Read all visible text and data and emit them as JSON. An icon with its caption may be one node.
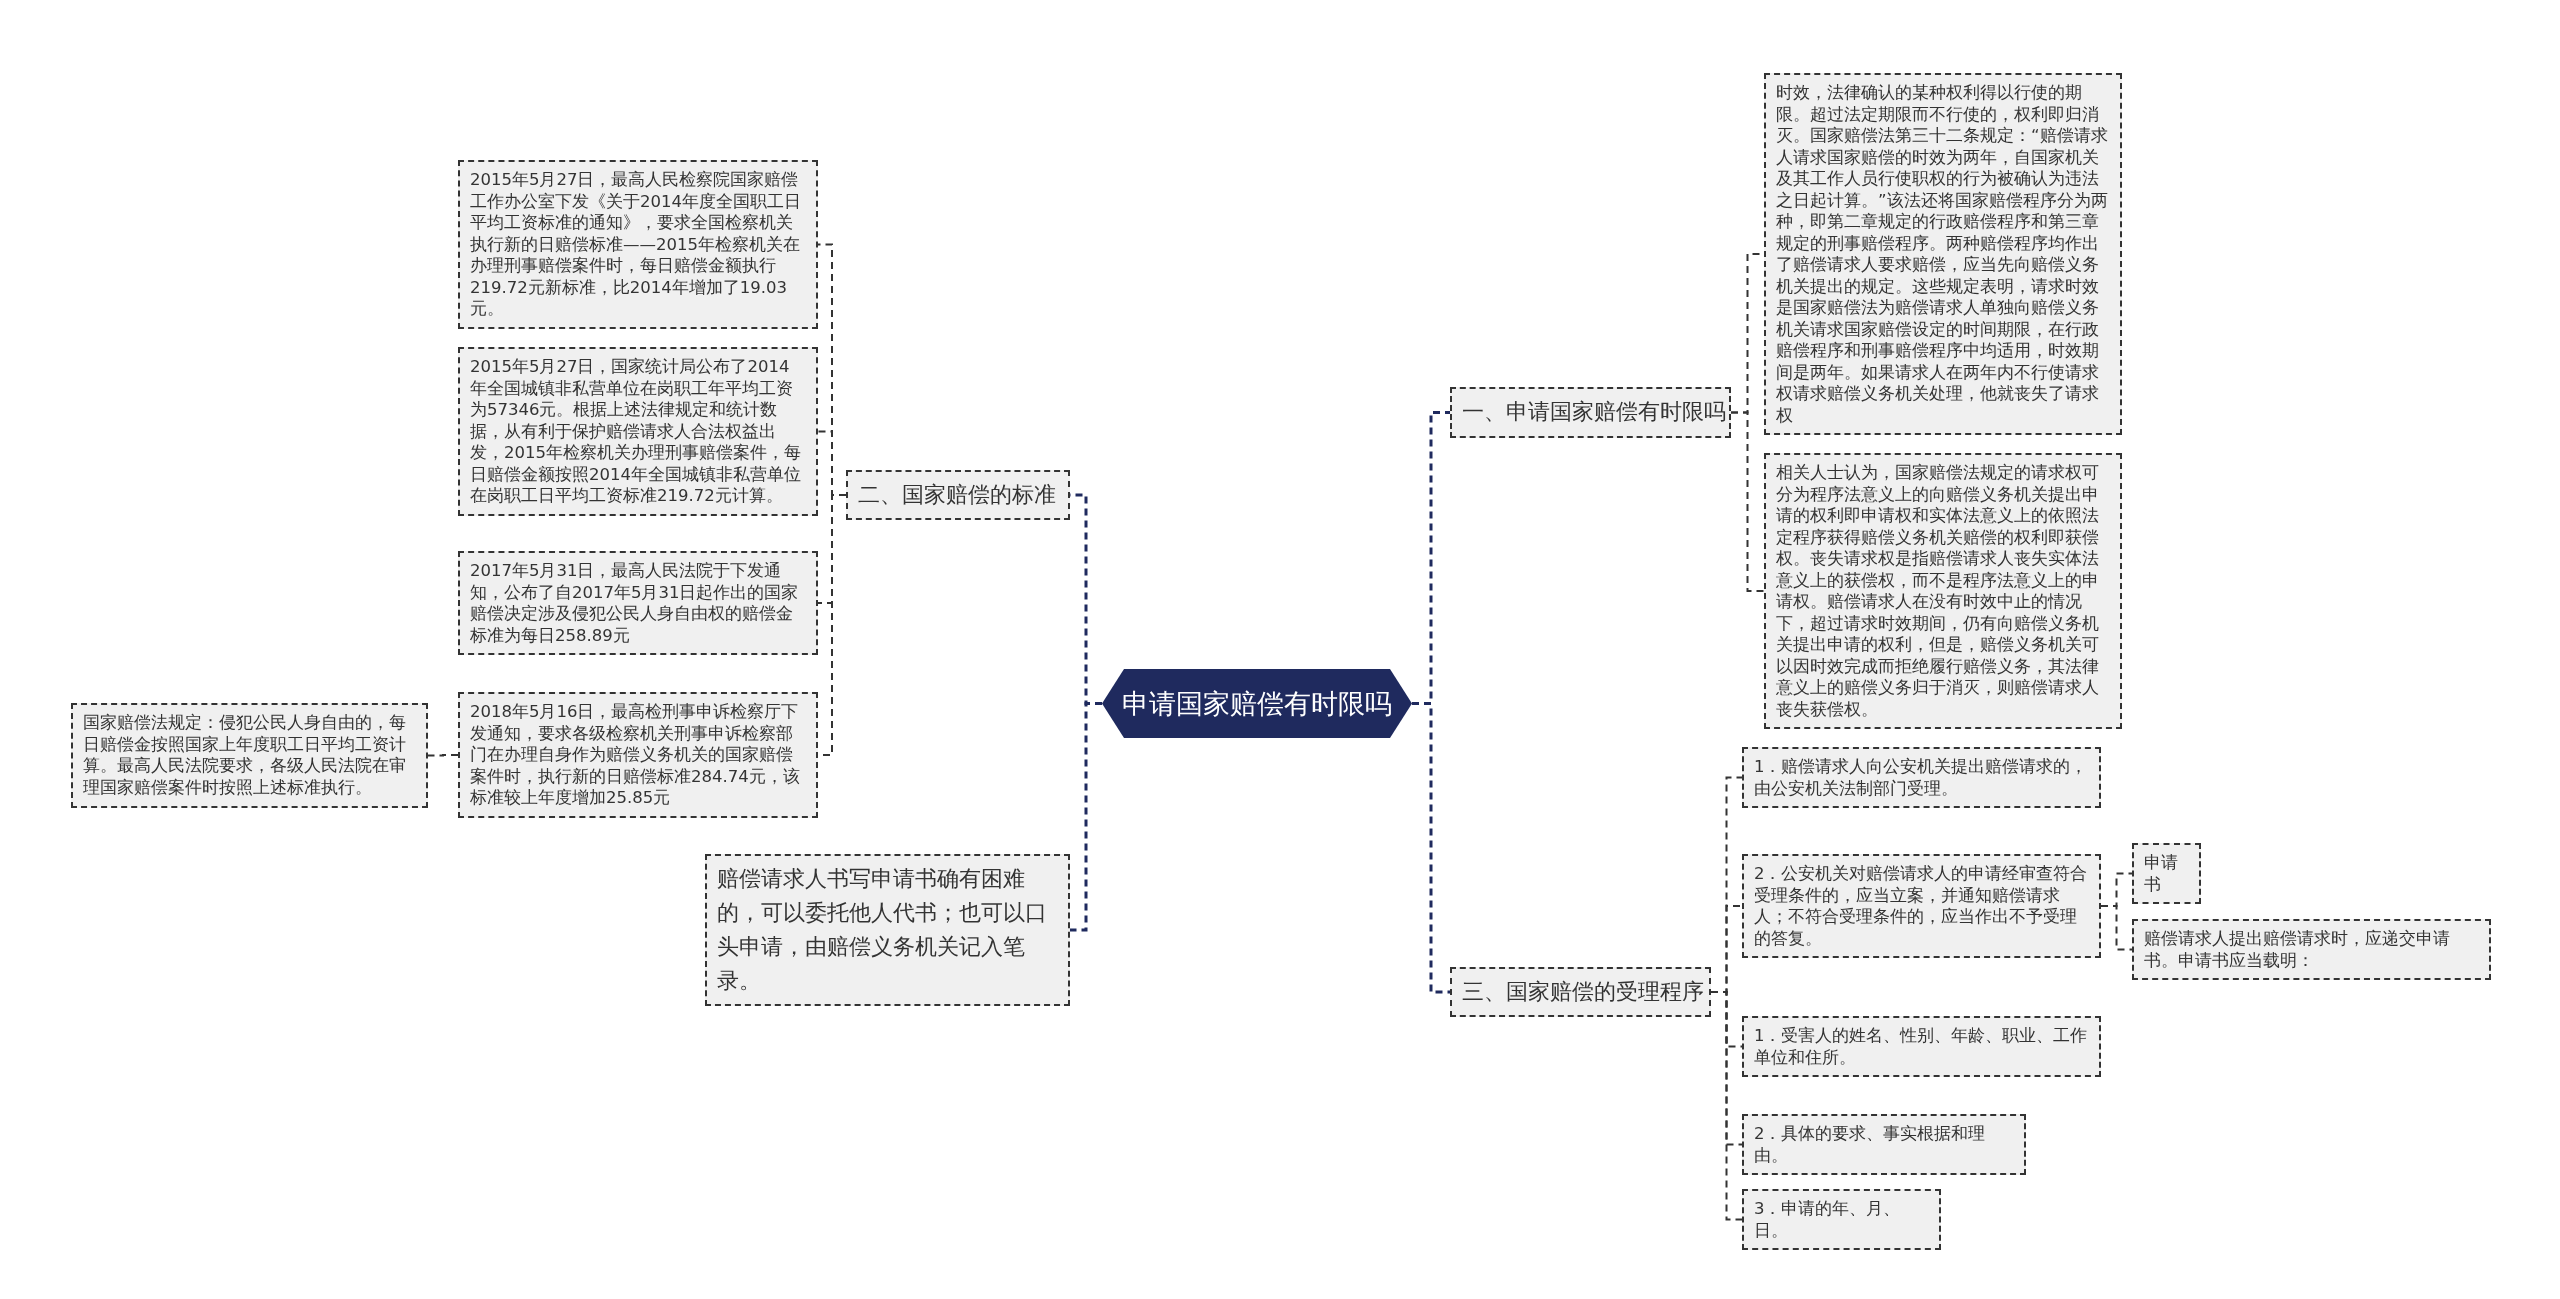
{
  "diagram": {
    "nodes": [
      {
        "text": [
          "申请国家赔偿有时限吗"
        ]
      },
      {
        "text": [
          "二、国家赔偿的标准"
        ]
      },
      {
        "text": [
          "2015年5月27日，最高人民检察院国家赔偿工作办公室下发《关于2014年度全国职工日平均工资标准的通知》，要求全国检察机关执行新的日赔偿标准——2015年检察机关在办理刑事赔偿案件时，每日赔偿金额执行219.72元新标准，比2014年增加了19.03元。"
        ]
      },
      {
        "text": [
          "2015年5月27日，国家统计局公布了2014年全国城镇非私营单位在岗职工年平均工资为57346元。根据上述法律规定和统计数据，从有利于保护赔偿请求人合法权益出发，2015年检察机关办理刑事赔偿案件，每日赔偿金额按照2014年全国城镇非私营单位在岗职工日平均工资标准219.72元计算。"
        ]
      },
      {
        "text": [
          "2017年5月31日，最高人民法院于下发通知，公布了自2017年5月31日起作出的国家赔偿决定涉及侵犯公民人身自由权的赔偿金标准为每日258.89元"
        ]
      },
      {
        "text": [
          "2018年5月16日，最高检刑事申诉检察厅下发通知，要求各级检察机关刑事申诉检察部门在办理自身作为赔偿义务机关的国家赔偿案件时，执行新的日赔偿标准284.74元，该标准较上年度增加25.85元"
        ]
      },
      {
        "text": [
          "国家赔偿法规定：侵犯公民人身自由的，每日赔偿金按照国家上年度职工日平均工资计算。最高人民法院要求，各级人民法院在审理国家赔偿案件时按照上述标准执行。"
        ]
      },
      {
        "text": [
          "赔偿请求人书写申请书确有困难的，可以委托他人代书；也可以口头申请，由赔偿义务机关记入笔录。"
        ]
      },
      {
        "text": [
          "一、申请国家赔偿有时限吗"
        ]
      },
      {
        "text": [
          "时效，法律确认的某种权利得以行使的期限。超过法定期限而不行使的，权利即归消灭。国家赔偿法第三十二条规定：“赔偿请求人请求国家赔偿的时效为两年，自国家机关及其工作人员行使职权的行为被确认为违法之日起计算。”该法还将国家赔偿程序分为两种，即第二章规定的行政赔偿程序和第三章规定的刑事赔偿程序。两种赔偿程序均作出了赔偿请求人要求赔偿，应当先向赔偿义务机关提出的规定。这些规定表明，请求时效是国家赔偿法为赔偿请求人单独向赔偿义务机关请求国家赔偿设定的时间期限，在行政赔偿程序和刑事赔偿程序中均适用，时效期间是两年。如果请求人在两年内不行使请求权请求赔偿义务机关处理，他就丧失了请求权"
        ]
      },
      {
        "text": [
          "相关人士认为，国家赔偿法规定的请求权可分为程序法意义上的向赔偿义务机关提出申请的权利即申请权和实体法意义上的依照法定程序获得赔偿义务机关赔偿的权利即获偿权。丧失请求权是指赔偿请求人丧失实体法意义上的获偿权，而不是程序法意义上的申请权。赔偿请求人在没有时效中止的情况下，超过请求时效期间，仍有向赔偿义务机关提出申请的权利，但是，赔偿义务机关可以因时效完成而拒绝履行赔偿义务，其法律意义上的赔偿义务归于消灭，则赔偿请求人丧失获偿权。"
        ]
      },
      {
        "text": [
          "三、国家赔偿的受理程序"
        ]
      },
      {
        "text": [
          "1．赔偿请求人向公安机关提出赔偿请求的，由公安机关法制部门受理。"
        ]
      },
      {
        "text": [
          "2．公安机关对赔偿请求人的申请经审查符合受理条件的，应当立案，并通知赔偿请求人；不符合受理条件的，应当作出不予受理的答复。"
        ]
      },
      {
        "text": [
          "申请书"
        ]
      },
      {
        "text": [
          "赔偿请求人提出赔偿请求时，应递交申请书。申请书应当载明："
        ]
      },
      {
        "text": [
          "1．受害人的姓名、性别、年龄、职业、工作单位和住所。"
        ]
      },
      {
        "text": [
          "2．具体的要求、事实根据和理由。"
        ]
      },
      {
        "text": [
          "3．申请的年、月、日。"
        ]
      }
    ],
    "edges": [
      {
        "from": 0,
        "to": 1,
        "arrow": "none"
      },
      {
        "from": 1,
        "to": 2,
        "arrow": "none"
      },
      {
        "from": 1,
        "to": 3,
        "arrow": "none"
      },
      {
        "from": 1,
        "to": 4,
        "arrow": "none"
      },
      {
        "from": 1,
        "to": 5,
        "arrow": "none"
      },
      {
        "from": 5,
        "to": 6,
        "arrow": "none"
      },
      {
        "from": 0,
        "to": 7,
        "arrow": "none"
      },
      {
        "from": 0,
        "to": 8,
        "arrow": "none"
      },
      {
        "from": 8,
        "to": 9,
        "arrow": "none"
      },
      {
        "from": 8,
        "to": 10,
        "arrow": "none"
      },
      {
        "from": 0,
        "to": 11,
        "arrow": "none"
      },
      {
        "from": 11,
        "to": 12,
        "arrow": "none"
      },
      {
        "from": 11,
        "to": 13,
        "arrow": "none"
      },
      {
        "from": 13,
        "to": 14,
        "arrow": "none"
      },
      {
        "from": 13,
        "to": 15,
        "arrow": "none"
      },
      {
        "from": 11,
        "to": 16,
        "arrow": "none"
      },
      {
        "from": 11,
        "to": 17,
        "arrow": "none"
      },
      {
        "from": 11,
        "to": 18,
        "arrow": "none"
      }
    ]
  }
}
